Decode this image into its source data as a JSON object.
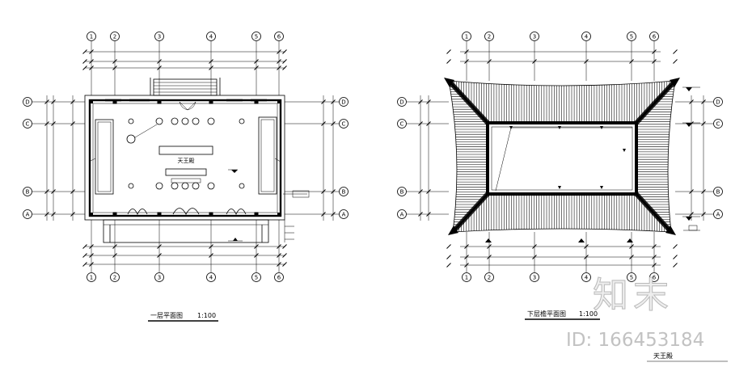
{
  "left_plan": {
    "title": "一层平面图",
    "scale": "1:100",
    "center_label": "天王殿"
  },
  "right_plan": {
    "title": "下层檐平面图",
    "scale": "1:100"
  },
  "grid": {
    "columns": [
      "1",
      "2",
      "3",
      "4",
      "5",
      "6"
    ],
    "rows": [
      "A",
      "B",
      "C",
      "D"
    ]
  },
  "footer": {
    "label": "天王殿"
  },
  "watermark": {
    "brand": "知末",
    "id": "ID: 166453184"
  }
}
